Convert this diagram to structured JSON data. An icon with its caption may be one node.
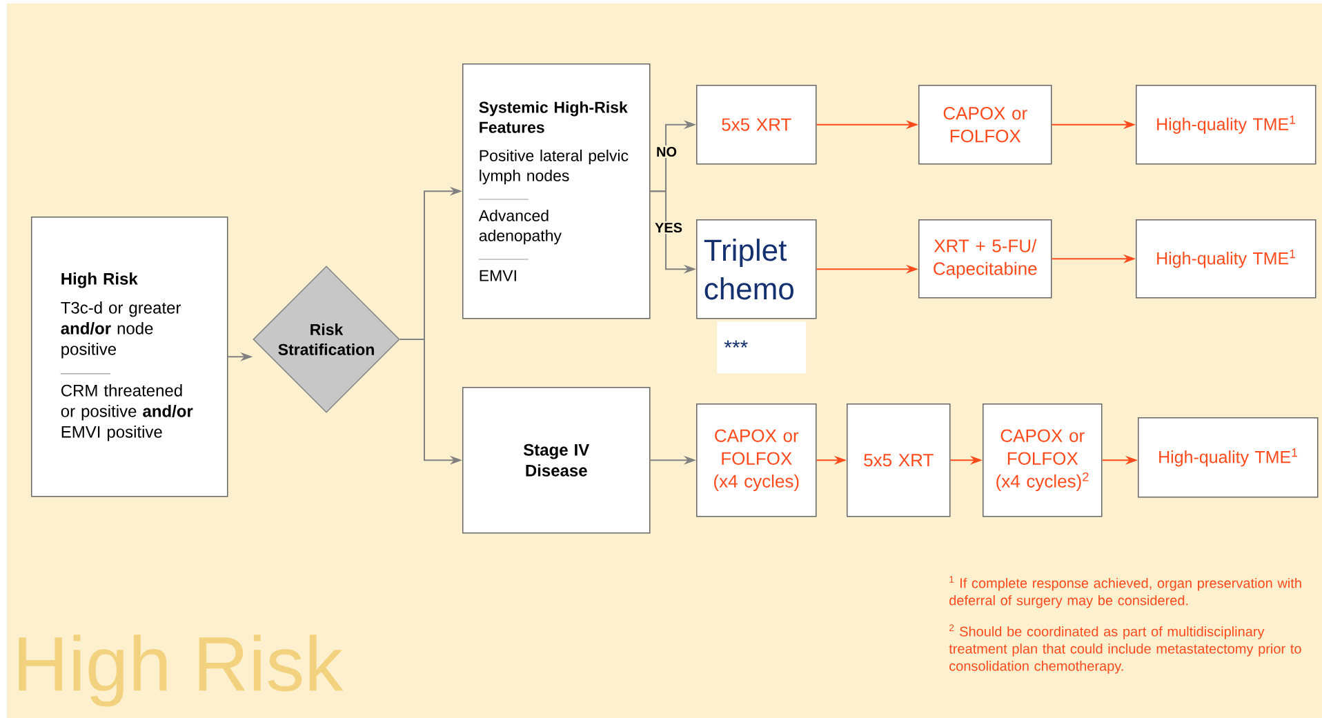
{
  "diagram": {
    "nodes": [
      {
        "text": [
          "High Risk",
          "T3c-d or greater **and/or** node positive",
          "CRM threatened or positive **and/or** EMVI positive"
        ]
      },
      {
        "text": [
          "Risk Stratification"
        ]
      },
      {
        "text": [
          "Systemic High-Risk Features",
          "Positive lateral pelvic lymph nodes",
          "Advanced adenopathy",
          "EMVI"
        ]
      },
      {
        "text": [
          "5x5 XRT"
        ]
      },
      {
        "text": [
          "CAPOX or FOLFOX"
        ]
      },
      {
        "text": [
          "High-quality TME$^{1}$"
        ]
      },
      {
        "text": [
          "Triplet chemo"
        ],
        "beside": [
          "***"
        ]
      },
      {
        "text": [
          "XRT + 5-FU/ Capecitabine"
        ]
      },
      {
        "text": [
          "High-quality TME$^{1}$"
        ]
      },
      {
        "text": [
          "Stage IV Disease"
        ]
      },
      {
        "text": [
          "CAPOX or FOLFOX (x4 cycles)"
        ]
      },
      {
        "text": [
          "5x5 XRT"
        ]
      },
      {
        "text": [
          "CAPOX or FOLFOX (x4 cycles)$^{2}$"
        ]
      },
      {
        "text": [
          "High-quality TME$^{1}$"
        ]
      }
    ],
    "edges": [
      {
        "from": 0,
        "to": 1,
        "arrow": "to",
        "color": "#808080"
      },
      {
        "from": 1,
        "to": 2,
        "arrow": "to",
        "color": "#808080"
      },
      {
        "from": 1,
        "to": 9,
        "arrow": "to",
        "color": "#808080"
      },
      {
        "from": 2,
        "to": 3,
        "arrow": "to",
        "label": "NO",
        "color": "#808080"
      },
      {
        "from": 2,
        "to": 6,
        "arrow": "to",
        "label": "YES",
        "color": "#808080"
      },
      {
        "from": 3,
        "to": 4,
        "arrow": "to"
      },
      {
        "from": 4,
        "to": 5,
        "arrow": "to"
      },
      {
        "from": 6,
        "to": 7,
        "arrow": "to"
      },
      {
        "from": 7,
        "to": 8,
        "arrow": "to"
      },
      {
        "from": 9,
        "to": 10,
        "arrow": "to",
        "color": "#808080"
      },
      {
        "from": 10,
        "to": 11,
        "arrow": "to"
      },
      {
        "from": 11,
        "to": 12,
        "arrow": "to"
      },
      {
        "from": 12,
        "to": 13,
        "arrow": "to"
      }
    ],
    "labels": [
      "$^{1}$ If complete response achieved, organ preservation with deferral of surgery may be considered.",
      "$^{2}$ Should be coordinated as part of multidisciplinary treatment plan that could include metastatectomy prior to consolidation chemotherapy.",
      "High Risk"
    ]
  }
}
